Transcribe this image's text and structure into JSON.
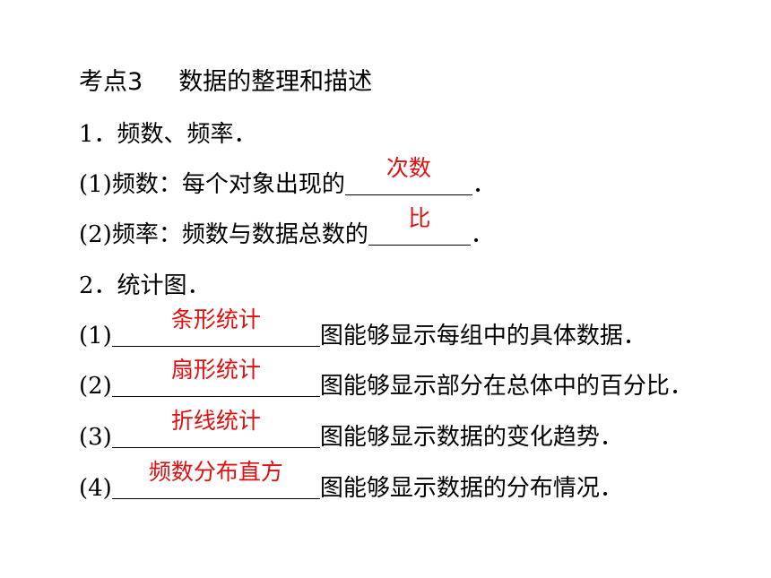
{
  "heading": {
    "label": "考点3",
    "title": "数据的整理和描述"
  },
  "section1": {
    "title": "1．频数、频率．",
    "items": [
      {
        "prefix": "(1)频数：每个对象出现的",
        "answer": "次数",
        "suffix": "．"
      },
      {
        "prefix": "(2)频率：频数与数据总数的",
        "answer": "比",
        "suffix": "．"
      }
    ]
  },
  "section2": {
    "title": "2．统计图．",
    "items": [
      {
        "prefix": "(1)",
        "answer": "条形统计",
        "suffix": "图能够显示每组中的具体数据．"
      },
      {
        "prefix": "(2)",
        "answer": "扇形统计",
        "suffix": "图能够显示部分在总体中的百分比．"
      },
      {
        "prefix": "(3)",
        "answer": "折线统计",
        "suffix": "图能够显示数据的变化趋势．"
      },
      {
        "prefix": "(4)",
        "answer": "频数分布直方",
        "suffix": "图能够显示数据的分布情况．"
      }
    ]
  },
  "colors": {
    "text": "#000000",
    "answer": "#e01010",
    "background": "#ffffff"
  }
}
